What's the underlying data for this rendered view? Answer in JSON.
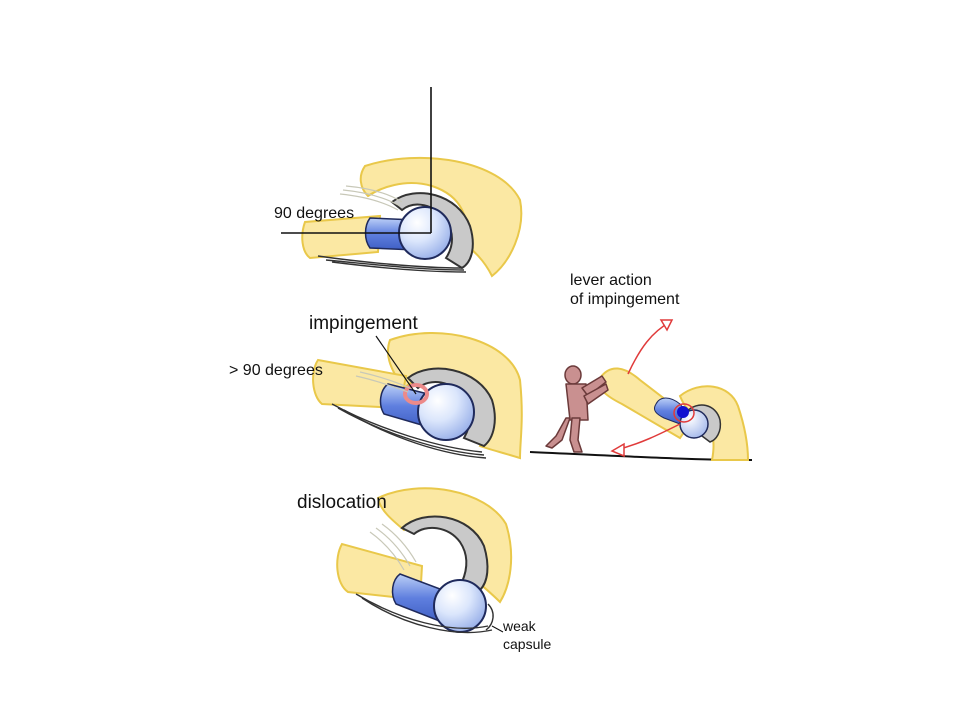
{
  "labels": {
    "ninety_degrees": "90 degrees",
    "impingement": "impingement",
    "over_ninety_degrees": "> 90 degrees",
    "dislocation": "dislocation",
    "weak_capsule_line1": "weak",
    "weak_capsule_line2": "capsule",
    "lever_action_line1": "lever  action",
    "lever_action_line2": "of impingement"
  },
  "colors": {
    "bone_fill": "#fbe8a3",
    "bone_outline": "#e9c84a",
    "cartilage_fill": "#c9c9c9",
    "cartilage_outline": "#333333",
    "ball_fill": "#d4e2fb",
    "ball_outline": "#1f2a5c",
    "neck_fill": "#6f8fe6",
    "impingement_ring": "#ec8a8a",
    "figure_fill": "#c99090",
    "figure_outline": "#6b3a3a",
    "arrow": "#e03b3b",
    "pivot": "#1010d0",
    "line": "#111111"
  },
  "icons": {
    "person": "person-pushing-icon",
    "pivot": "pivot-dot-icon"
  }
}
